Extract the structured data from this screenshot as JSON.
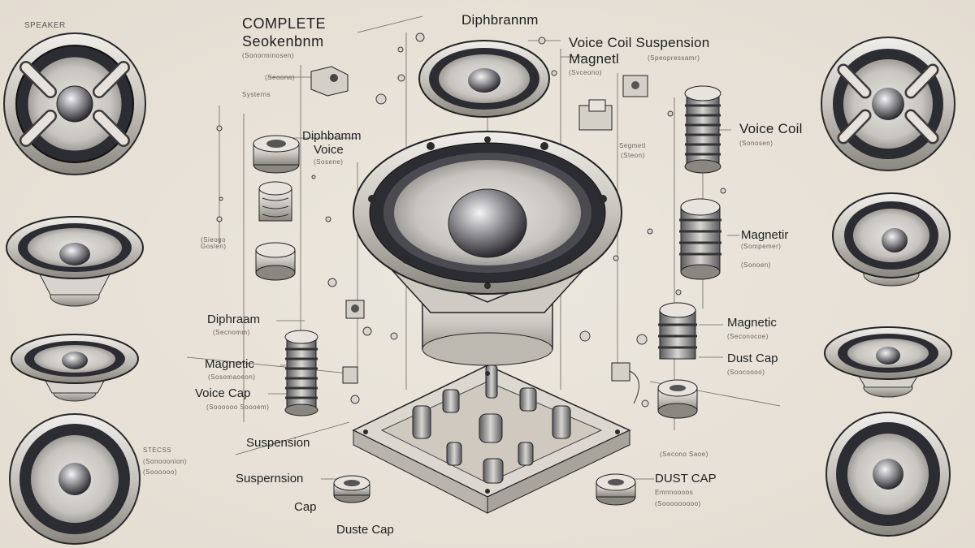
{
  "title": {
    "line1": "COMPLETE",
    "line2": "Seokenbnm",
    "caption": "(Sonorminosen)"
  },
  "topleft_label": "SPEAKER",
  "top_label": "Diphbrannm",
  "labels": {
    "voice_coil_suspension": "Voice Coil Suspension",
    "voice_coil_suspension_sub": "(Speopressamr)",
    "magnet_top": "Magnetl",
    "magnet_top_sub": "(Svceono)",
    "systems": "Systerns",
    "systems_small": "(Seoona)",
    "segment": "Segmetl",
    "segment_sub": "(Steon)",
    "diaphragm_voice_1": "Diphbamm",
    "diaphragm_voice_2": "Voice",
    "diaphragm_voice_sub": "(Sosene)",
    "left_side_note": "(Sieogo Goslen)",
    "voice_coil_right": "Voice Coil",
    "voice_coil_right_sub": "(Sonosen)",
    "magnetir": "Magnetir",
    "magnetir_sub": "(Sompemer)",
    "magnetir_sub2": "(Sonoen)",
    "diphraam": "Diphraam",
    "diphraam_sub": "(Secnomm)",
    "magnetic_left": "Magnetic",
    "magnetic_left_sub": "(Sosomaoeon)",
    "voice_cap": "Voice Cap",
    "voice_cap_sub": "(Soooooo Soooem)",
    "suspension_mid": "Suspension",
    "suspension_left": "Suspernsion",
    "cap": "Cap",
    "dustc_cap_bottom": "Duste Cap",
    "magnetic_right": "Magnetic",
    "magnetic_right_sub": "(Seconocoe)",
    "dust_cap_right": "Dust Cap",
    "dust_cap_right_sub": "(Soocoooo)",
    "dust_cap_br": "DUST CAP",
    "dust_cap_br_sub1": "Emnnoooos",
    "dust_cap_br_sub2": "(Sooooooooo)",
    "right_small_1": "(Secono Saoe)",
    "left_small_1": "STECSS",
    "left_small_2": "(Sonooonion)",
    "left_small_3": "(Soooooo)"
  },
  "colors": {
    "paper": "#e7e1d7",
    "ink": "#2a2a2a",
    "metal": "#c9c5bd",
    "dark": "#2c2c33"
  }
}
